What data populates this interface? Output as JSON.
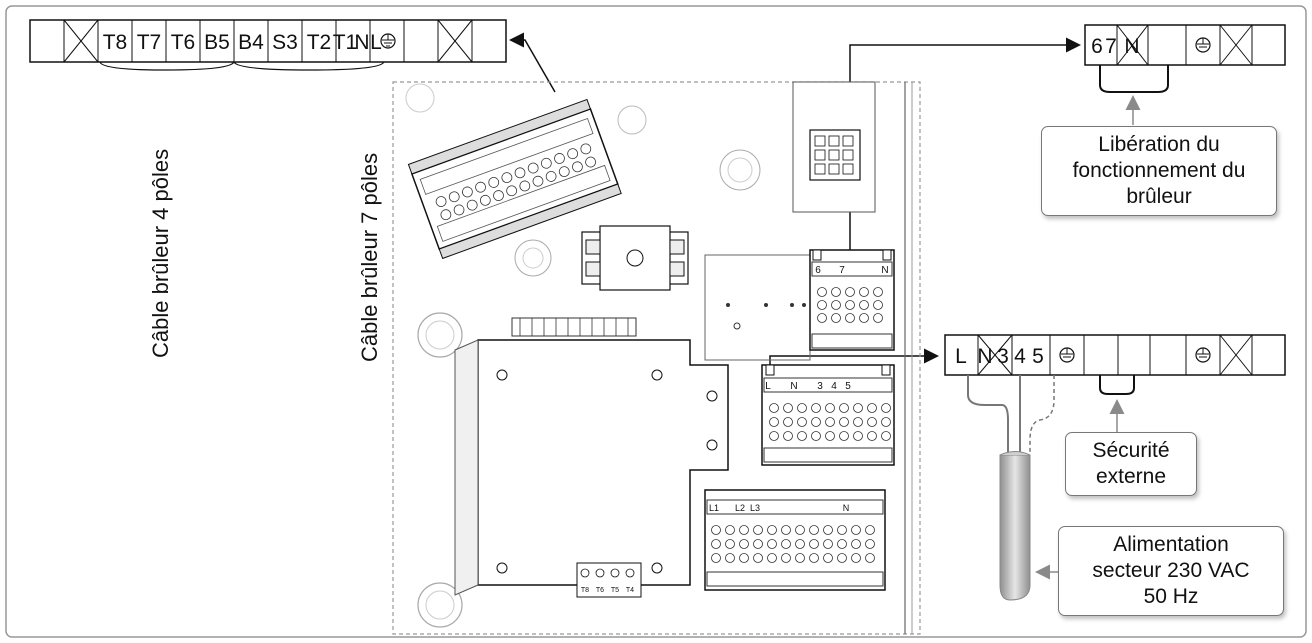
{
  "top_left_strip": {
    "terminals": [
      "T8",
      "T7",
      "T6",
      "B5",
      "B4",
      "S3",
      "T2",
      "T1",
      "N",
      "L"
    ]
  },
  "top_right_strip": {
    "terminals": [
      "6",
      "7",
      "N"
    ]
  },
  "mid_right_strip": {
    "terminals": [
      "L",
      "N",
      "3",
      "4",
      "5"
    ]
  },
  "labels": {
    "cable_4": "Câble brûleur 4 pôles",
    "cable_7": "Câble brûleur 7 pôles",
    "liberation_line1": "Libération du",
    "liberation_line2": "fonctionnement du",
    "liberation_line3": "brûleur",
    "securite_line1": "Sécurité",
    "securite_line2": "externe",
    "alim_line1": "Alimentation",
    "alim_line2": "secteur 230 VAC",
    "alim_line3": "50 Hz"
  },
  "board_marks": {
    "tb_top": [
      "6",
      "7",
      "N"
    ],
    "tb_mid": [
      "L",
      "N",
      "3",
      "4",
      "5"
    ],
    "tb_low": [
      "L1",
      "L2",
      "L3",
      "N"
    ],
    "small_tb": [
      "T8",
      "T6",
      "T5",
      "T4"
    ]
  },
  "colors": {
    "line": "#111111",
    "grey": "#8a8a8a",
    "cable": "#b9b9b9"
  }
}
